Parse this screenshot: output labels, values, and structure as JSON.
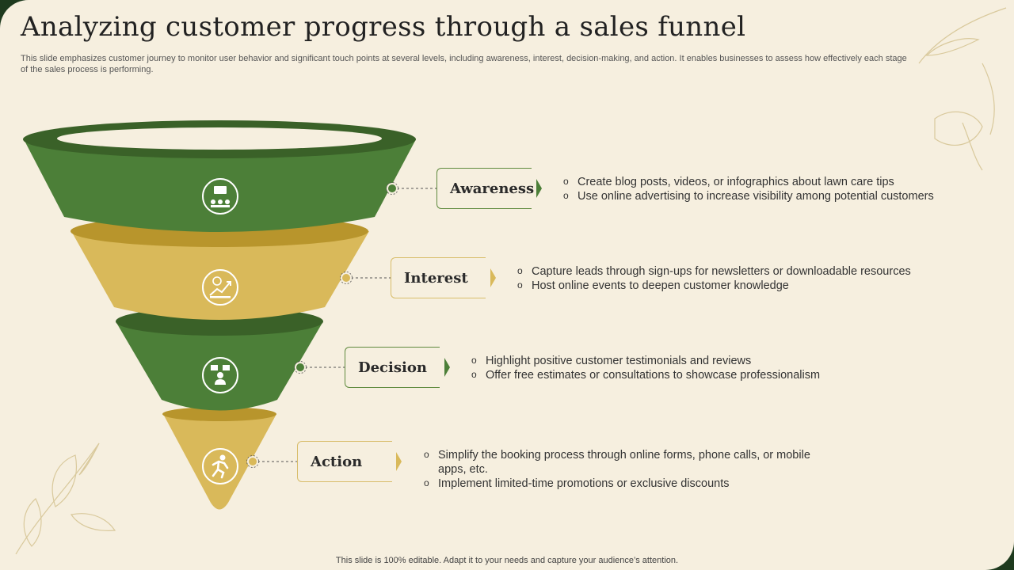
{
  "title": "Analyzing customer progress through a sales funnel",
  "subtitle": "This slide emphasizes customer journey to monitor user behavior and significant touch points at several levels, including awareness, interest, decision-making, and action. It enables businesses to assess how effectively each stage of the sales process is performing.",
  "footer": "This slide is 100% editable. Adapt it to your needs and capture your audience’s attention.",
  "colors": {
    "green": "#4c7f38",
    "green_dark": "#3a6128",
    "gold": "#d9b95a",
    "gold_dark": "#b8952c",
    "background": "#f6efdf"
  },
  "stages": [
    {
      "label": "Awareness",
      "icon": "marketing-megaphone-icon",
      "color": "green",
      "bullets": [
        "Create blog posts, videos, or infographics about lawn care tips",
        "Use online advertising to increase visibility among potential customers"
      ]
    },
    {
      "label": "Interest",
      "icon": "growth-chart-icon",
      "color": "gold",
      "bullets": [
        "Capture leads through sign-ups for newsletters or downloadable resources",
        "Host online events to deepen customer knowledge"
      ]
    },
    {
      "label": "Decision",
      "icon": "decision-person-icon",
      "color": "green",
      "bullets": [
        "Highlight positive customer testimonials and reviews",
        "Offer free estimates or consultations to showcase professionalism"
      ]
    },
    {
      "label": "Action",
      "icon": "running-person-icon",
      "color": "gold",
      "bullets": [
        "Simplify the booking process through online forms, phone calls, or mobile apps, etc.",
        "Implement limited-time promotions or exclusive discounts"
      ]
    }
  ]
}
